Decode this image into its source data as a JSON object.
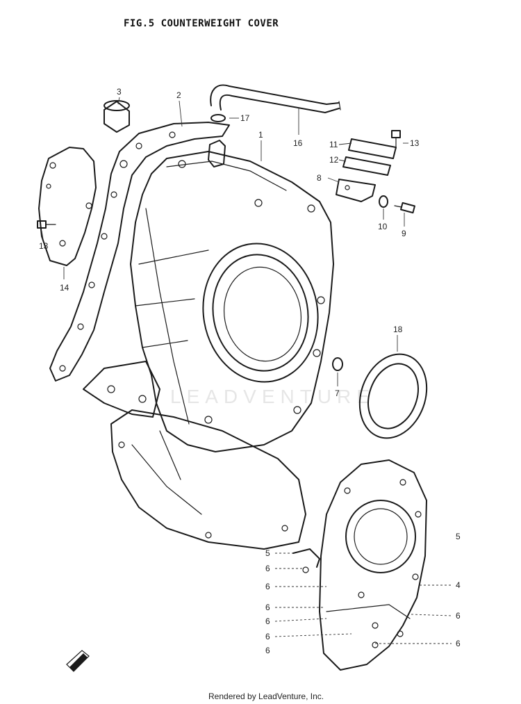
{
  "figure": {
    "title": "FIG.5  COUNTERWEIGHT COVER",
    "footer": "Rendered by LeadVenture, Inc.",
    "watermark": "LEADVENTURE"
  },
  "callouts": [
    {
      "id": "c1",
      "label": "1"
    },
    {
      "id": "c2",
      "label": "2"
    },
    {
      "id": "c3",
      "label": "3"
    },
    {
      "id": "c4",
      "label": "4"
    },
    {
      "id": "c5a",
      "label": "5"
    },
    {
      "id": "c5b",
      "label": "5"
    },
    {
      "id": "c6a",
      "label": "6"
    },
    {
      "id": "c6b",
      "label": "6"
    },
    {
      "id": "c6c",
      "label": "6"
    },
    {
      "id": "c6d",
      "label": "6"
    },
    {
      "id": "c6e",
      "label": "6"
    },
    {
      "id": "c6f",
      "label": "6"
    },
    {
      "id": "c6g",
      "label": "6"
    },
    {
      "id": "c6h",
      "label": "6"
    },
    {
      "id": "c7",
      "label": "7"
    },
    {
      "id": "c8",
      "label": "8"
    },
    {
      "id": "c9",
      "label": "9"
    },
    {
      "id": "c10",
      "label": "10"
    },
    {
      "id": "c11",
      "label": "11"
    },
    {
      "id": "c12",
      "label": "12"
    },
    {
      "id": "c13a",
      "label": "13"
    },
    {
      "id": "c13b",
      "label": "13"
    },
    {
      "id": "c14",
      "label": "14"
    },
    {
      "id": "c16",
      "label": "16"
    },
    {
      "id": "c17",
      "label": "17"
    },
    {
      "id": "c18",
      "label": "18"
    }
  ]
}
